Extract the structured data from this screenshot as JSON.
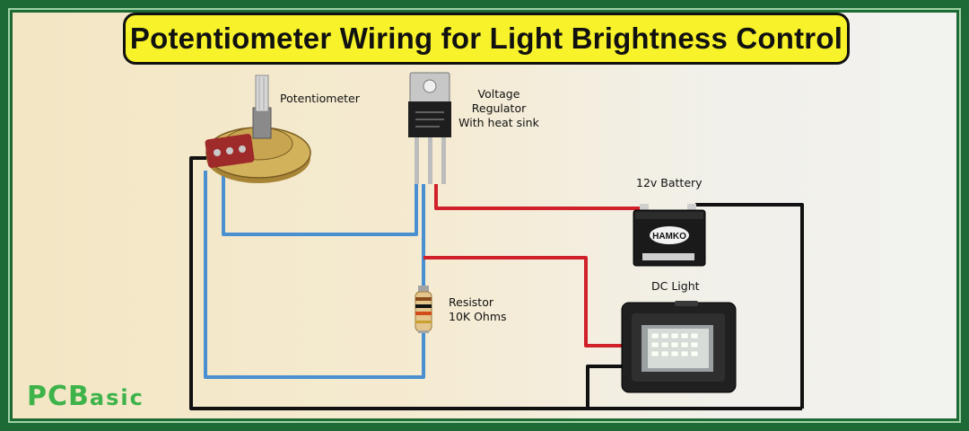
{
  "title": "Potentiometer Wiring for Light Brightness Control",
  "labels": {
    "potentiometer": "Potentiometer",
    "regulator_line1": "Voltage",
    "regulator_line2": "Regulator",
    "regulator_line3": "With heat sink",
    "battery": "12v Battery",
    "resistor_line1": "Resistor",
    "resistor_line2": "10K Ohms",
    "light": "DC Light"
  },
  "battery_brand": "HAMKO",
  "logo": {
    "part1": "PC",
    "part2": "B",
    "part3": "asic"
  },
  "colors": {
    "frame": "#1e6a34",
    "title_bg": "#f7f22a",
    "wire_blue": "#4a90d0",
    "wire_red": "#d0202a",
    "wire_black": "#111111",
    "logo": "#3db34a"
  }
}
